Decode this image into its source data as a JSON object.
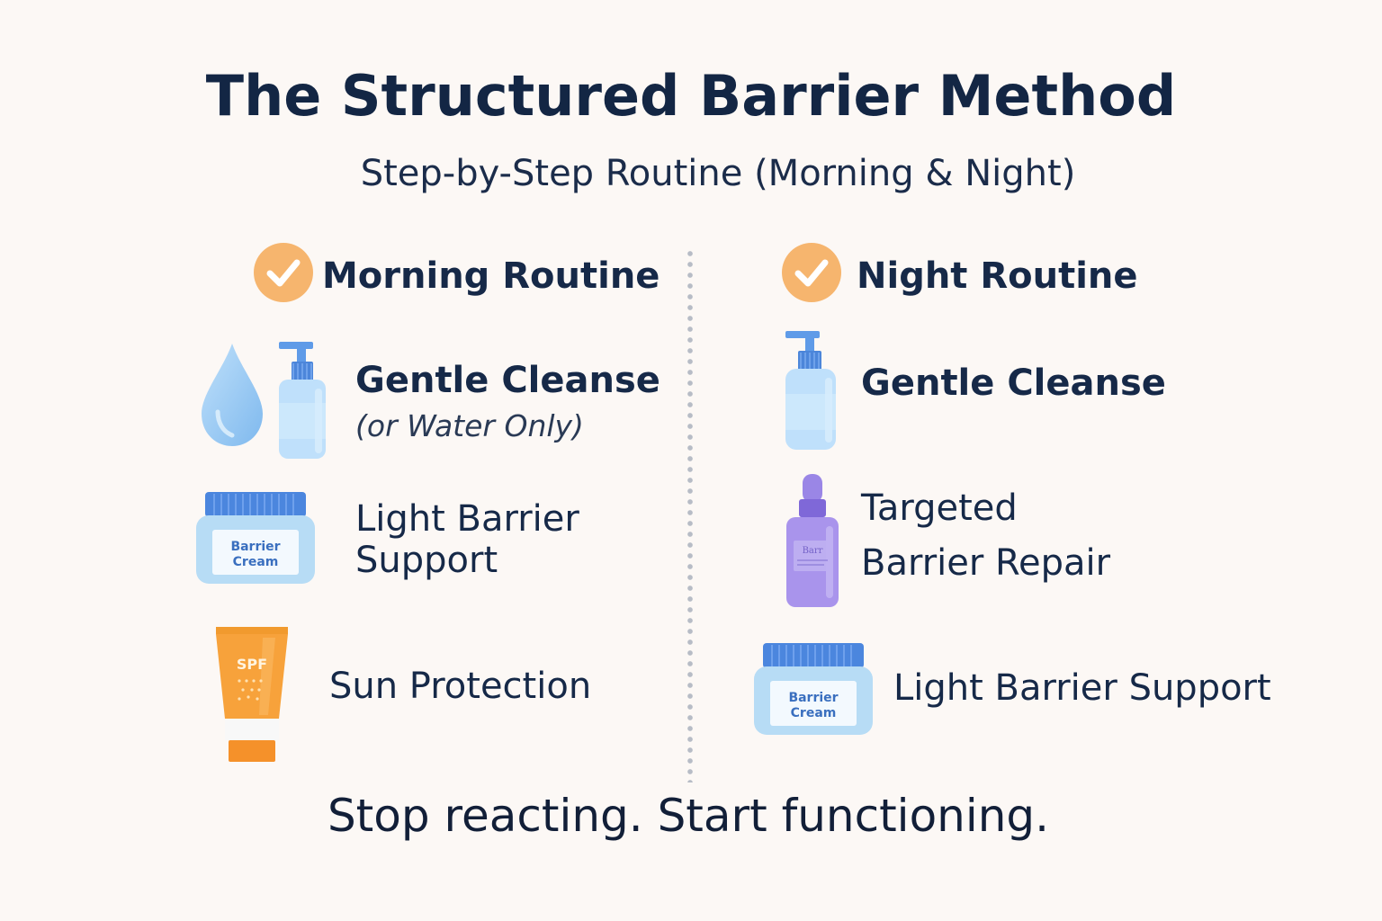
{
  "header": {
    "title": "The Structured Barrier Method",
    "subtitle": "Step-by-Step Routine (Morning & Night)"
  },
  "morning": {
    "heading": "Morning Routine",
    "heading_icon": "checkmark-circle-icon",
    "steps": [
      {
        "line1": "Gentle Cleanse",
        "line2": "(or Water Only)",
        "icons": [
          "water-drop-icon",
          "pump-bottle-icon"
        ]
      },
      {
        "line1": "Light Barrier",
        "line2": "Support",
        "icons": [
          "barrier-cream-jar-icon"
        ],
        "jar_label": [
          "Barrier",
          "Cream"
        ]
      },
      {
        "line1": "Sun Protection",
        "icons": [
          "sunscreen-tube-icon"
        ],
        "tube_label": "SPF"
      }
    ]
  },
  "night": {
    "heading": "Night Routine",
    "heading_icon": "checkmark-circle-icon",
    "steps": [
      {
        "line1": "Gentle Cleanse",
        "icons": [
          "pump-bottle-icon"
        ]
      },
      {
        "line1": "Targeted",
        "line2": "Barrier Repair",
        "icons": [
          "serum-dropper-bottle-icon"
        ]
      },
      {
        "line1": "Light Barrier Support",
        "icons": [
          "barrier-cream-jar-icon"
        ],
        "jar_label": [
          "Barrier",
          "Cream"
        ]
      }
    ]
  },
  "footer": {
    "tagline": "Stop reacting. Start functioning."
  },
  "colors": {
    "background": "#fcf8f5",
    "text": "#142746",
    "check_accent": "#f6b56e",
    "jar_blue": "#4b86de",
    "serum_purple": "#a18ce8",
    "spf_orange": "#f7a23b"
  }
}
